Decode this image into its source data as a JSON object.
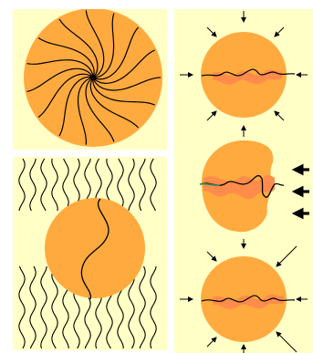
{
  "figure": {
    "panels": [
      {
        "id": "spiral",
        "subject": "sphere-with-spiral-streamlines"
      },
      {
        "id": "wavy",
        "subject": "sphere-with-wavy-line-field"
      },
      {
        "id": "compression",
        "subject": "spheres-under-arrows",
        "rows": [
          "top-circle-with-inward-arrows",
          "middle-deformed-circle-with-bold-arrows",
          "bottom-circle-with-inward-arrows"
        ]
      }
    ]
  },
  "colors": {
    "background": "#ffffc6",
    "disc_fill": "#ffaa3f",
    "line": "#000000",
    "band": "#ff8c4a",
    "accent": "#2e8b57"
  }
}
